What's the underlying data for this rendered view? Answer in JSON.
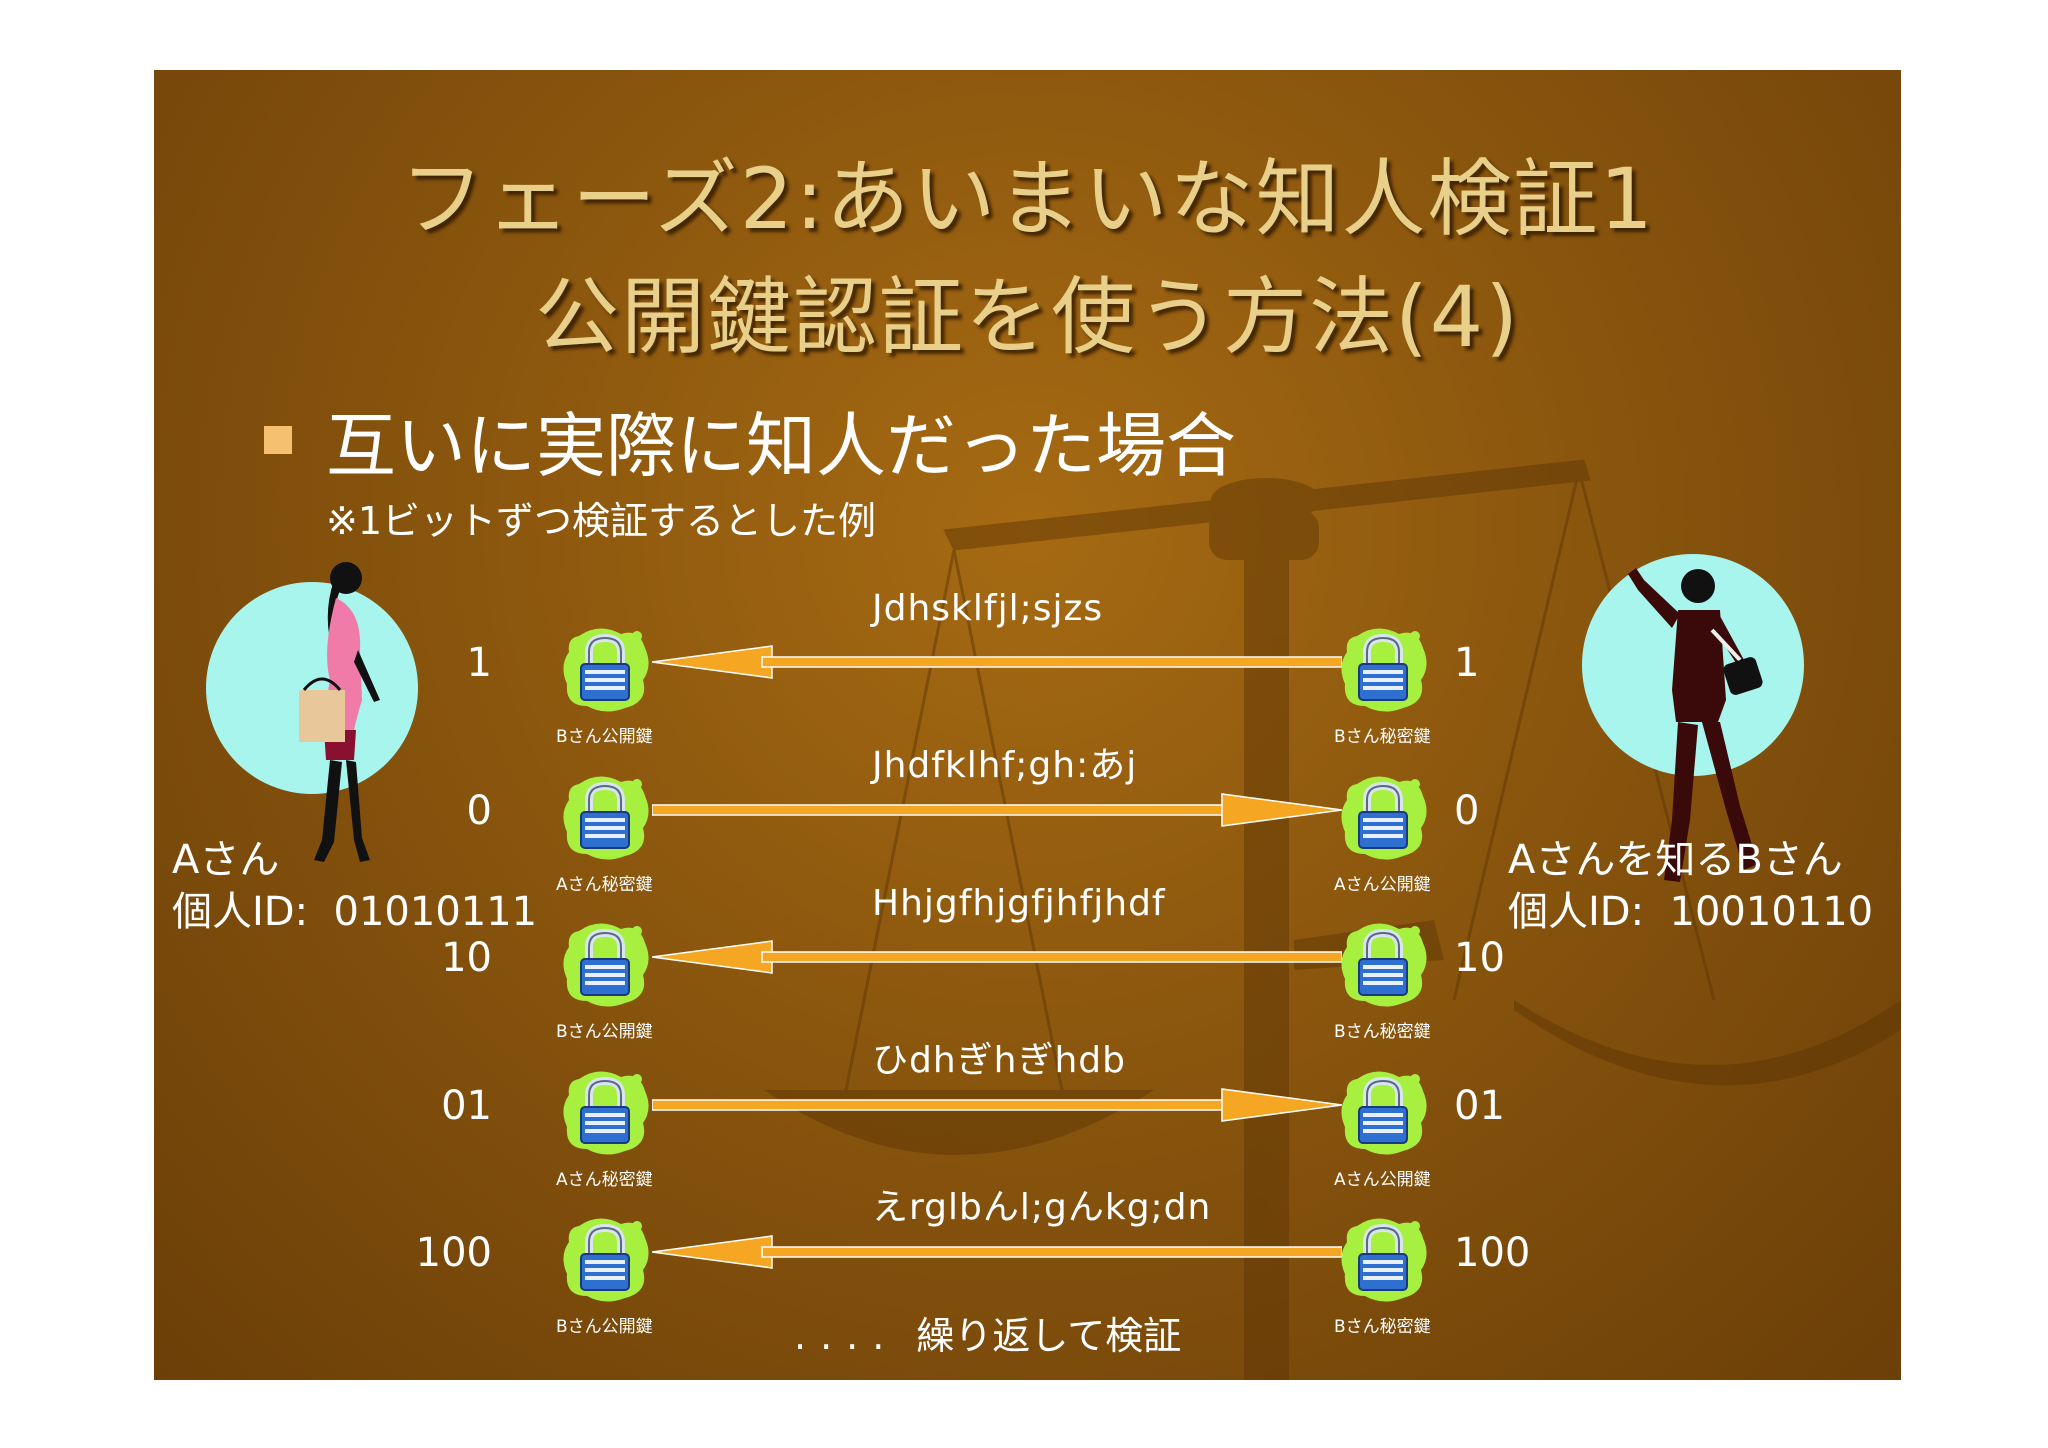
{
  "slide": {
    "title_line1": "フェーズ2:あいまいな知人検証1",
    "title_line2": "公開鍵認証を使う方法(4)",
    "bullet": "互いに実際に知人だった場合",
    "note": "※1ビットずつ検証するとした例",
    "footer_dots": "....",
    "footer_text": "繰り返して検証"
  },
  "person_a": {
    "name": "Aさん",
    "id_label": "個人ID:",
    "id_value": "01010111"
  },
  "person_b": {
    "name": "Aさんを知るBさん",
    "id_label": "個人ID:",
    "id_value": "10010110"
  },
  "rows": [
    {
      "left_bit": "1",
      "right_bit": "1",
      "left_key": "Bさん公開鍵",
      "right_key": "Bさん秘密鍵",
      "cipher": "Jdhsklfjl;sjzs",
      "direction": "left"
    },
    {
      "left_bit": "0",
      "right_bit": "0",
      "left_key": "Aさん秘密鍵",
      "right_key": "Aさん公開鍵",
      "cipher": "Jhdfklhf;gh:あj",
      "direction": "right"
    },
    {
      "left_bit": "10",
      "right_bit": "10",
      "left_key": "Bさん公開鍵",
      "right_key": "Bさん秘密鍵",
      "cipher": "Hhjgfhjgfjhfjhdf",
      "direction": "left"
    },
    {
      "left_bit": "01",
      "right_bit": "01",
      "left_key": "Aさん秘密鍵",
      "right_key": "Aさん公開鍵",
      "cipher": "ひdhぎhぎhdb",
      "direction": "right"
    },
    {
      "left_bit": "100",
      "right_bit": "100",
      "left_key": "Bさん公開鍵",
      "right_key": "Bさん秘密鍵",
      "cipher": "えrglbんl;gんkg;dn",
      "direction": "left"
    }
  ],
  "colors": {
    "title": "#e8d08a",
    "bullet_mark": "#f5c070",
    "arrow": "#f5a623",
    "lock_blob": "#a8f040",
    "lock_body": "#2f6fd0",
    "circle": "#a8f5ee"
  },
  "icons": [
    "padlock-icon",
    "arrow-left",
    "arrow-right",
    "woman-silhouette",
    "man-silhouette",
    "balance-scale"
  ]
}
